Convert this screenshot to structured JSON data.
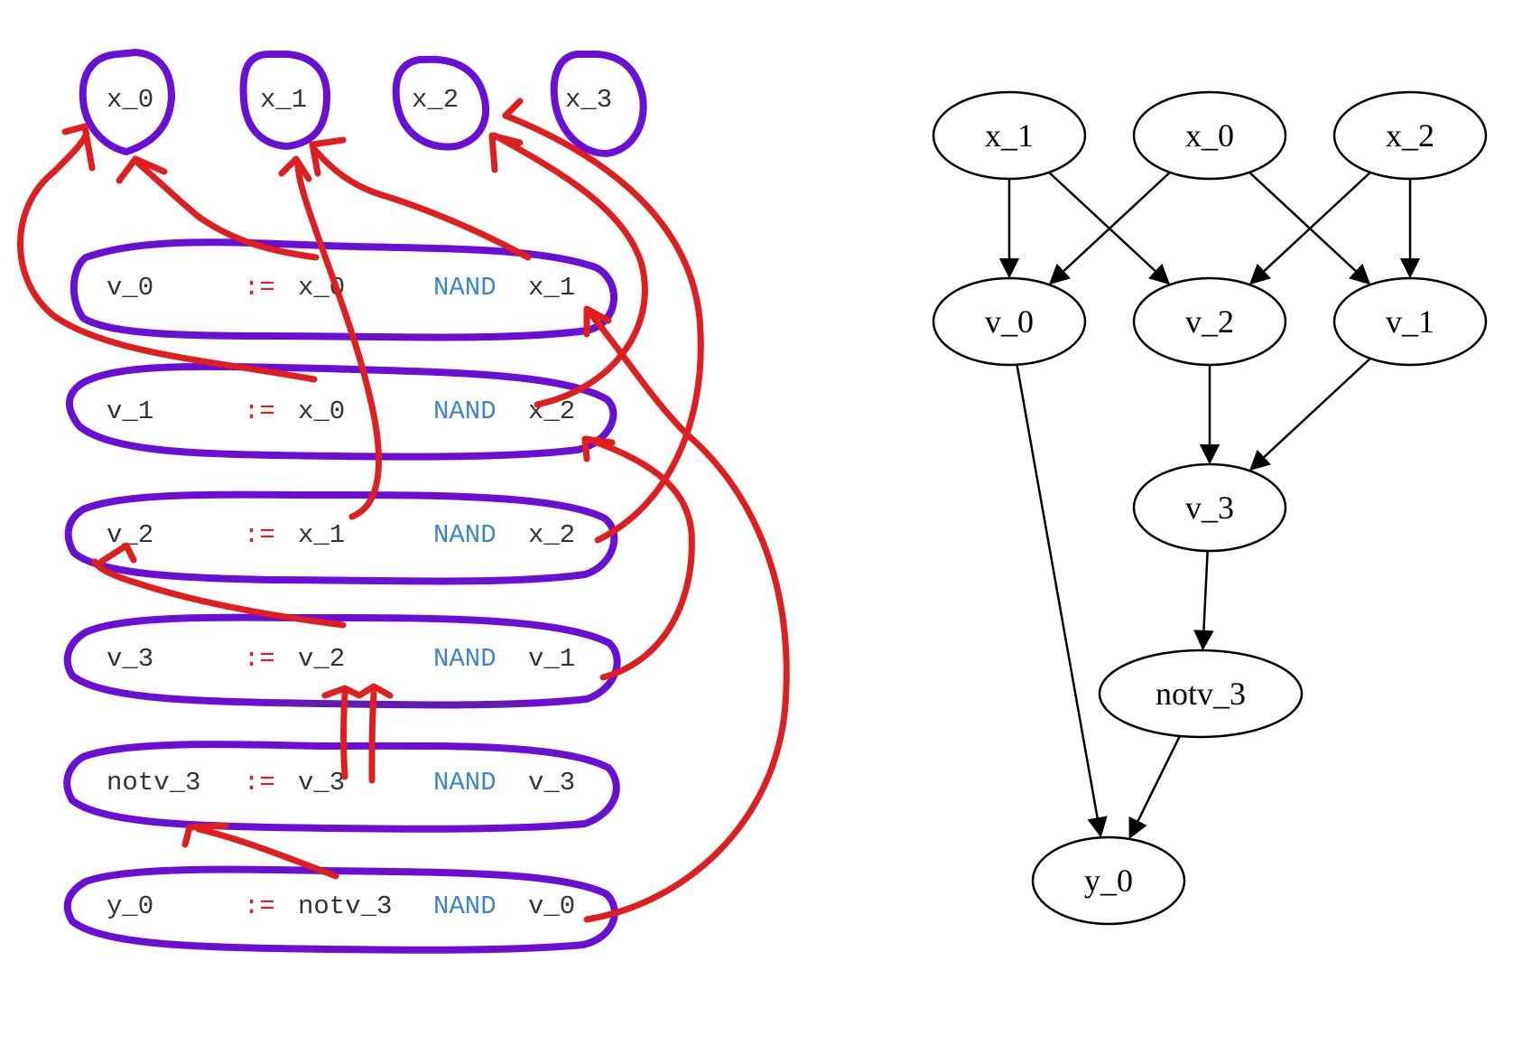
{
  "inputs": [
    "x_0",
    "x_1",
    "x_2",
    "x_3"
  ],
  "assign_op": ":=",
  "nand_op": "NAND",
  "lines": [
    {
      "target": "v_0",
      "a": "x_0",
      "b": "x_1"
    },
    {
      "target": "v_1",
      "a": "x_0",
      "b": "x_2"
    },
    {
      "target": "v_2",
      "a": "x_1",
      "b": "x_2"
    },
    {
      "target": "v_3",
      "a": "v_2",
      "b": "v_1"
    },
    {
      "target": "notv_3",
      "a": "v_3",
      "b": "v_3"
    },
    {
      "target": "y_0",
      "a": "notv_3",
      "b": "v_0"
    }
  ],
  "graph": {
    "nodes": [
      "x_1",
      "x_0",
      "x_2",
      "v_0",
      "v_2",
      "v_1",
      "v_3",
      "notv_3",
      "y_0"
    ],
    "edges": [
      [
        "x_1",
        "v_0"
      ],
      [
        "x_1",
        "v_2"
      ],
      [
        "x_0",
        "v_0"
      ],
      [
        "x_0",
        "v_1"
      ],
      [
        "x_2",
        "v_2"
      ],
      [
        "x_2",
        "v_1"
      ],
      [
        "v_2",
        "v_3"
      ],
      [
        "v_1",
        "v_3"
      ],
      [
        "v_3",
        "notv_3"
      ],
      [
        "v_0",
        "y_0"
      ],
      [
        "notv_3",
        "y_0"
      ]
    ]
  },
  "colors": {
    "annotation_outline": "#6a0fd6",
    "annotation_arrow": "#e01e1e",
    "assign_op": "#e81c1c",
    "nand_op": "#3a86c8",
    "code_text": "#333333",
    "graph_stroke": "#000000"
  }
}
